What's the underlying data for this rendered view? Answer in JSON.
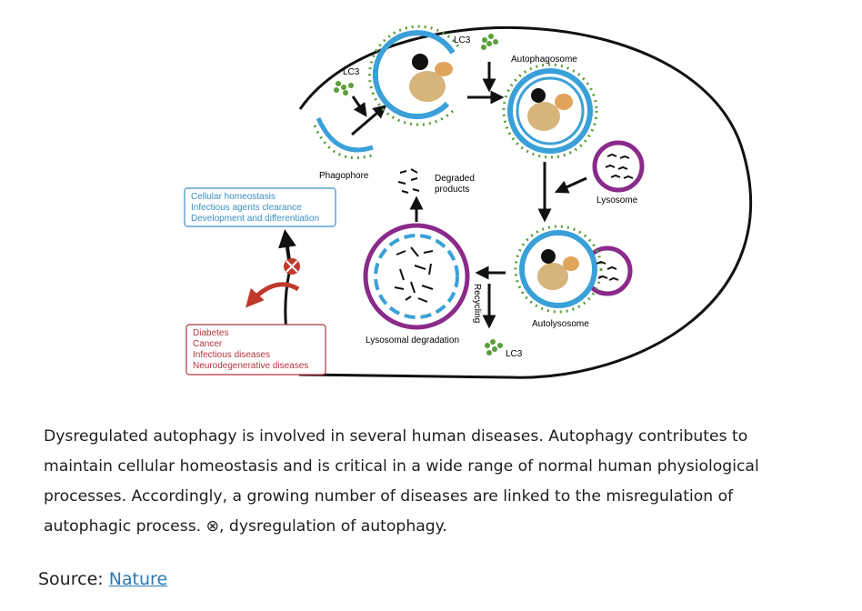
{
  "figure": {
    "lc3_top": "LC3",
    "lc3_left": "LC3",
    "lc3_bottom": "LC3",
    "phagophore": "Phagophore",
    "autophagosome": "Autophagosome",
    "lysosome": "Lysosome",
    "autolysosome": "Autolysosome",
    "lysosomal_degradation": "Lysosomal degradation",
    "degraded_products_line1": "Degraded",
    "degraded_products_line2": "products",
    "recycling": "Recycling",
    "homeostasis_box": [
      "Cellular homeostasis",
      "Infectious agents clearance",
      "Development and differentiation"
    ],
    "disease_box": [
      "Diabetes",
      "Cancer",
      "Infectious diseases",
      "Neurodegenerative diseases"
    ],
    "colors": {
      "membrane_blue": "#3aa0d8",
      "lc3_green": "#5a9e3a",
      "lysosome_purple": "#8a2a8a",
      "homeostasis_blue": "#3a8fc4",
      "disease_red": "#b3343c",
      "cargo_tan": "#d7b47a",
      "cargo_orange": "#e0a55a"
    }
  },
  "caption": "Dysregulated autophagy is involved in several human diseases. Autophagy contributes to maintain cellular homeostasis and is critical in a wide range of normal human physiological processes. Accordingly, a growing number of diseases are linked to the misregulation of autophagic process. ⊗, dysregulation of autophagy.",
  "source": {
    "prefix": "Source: ",
    "link_text": "Nature"
  }
}
